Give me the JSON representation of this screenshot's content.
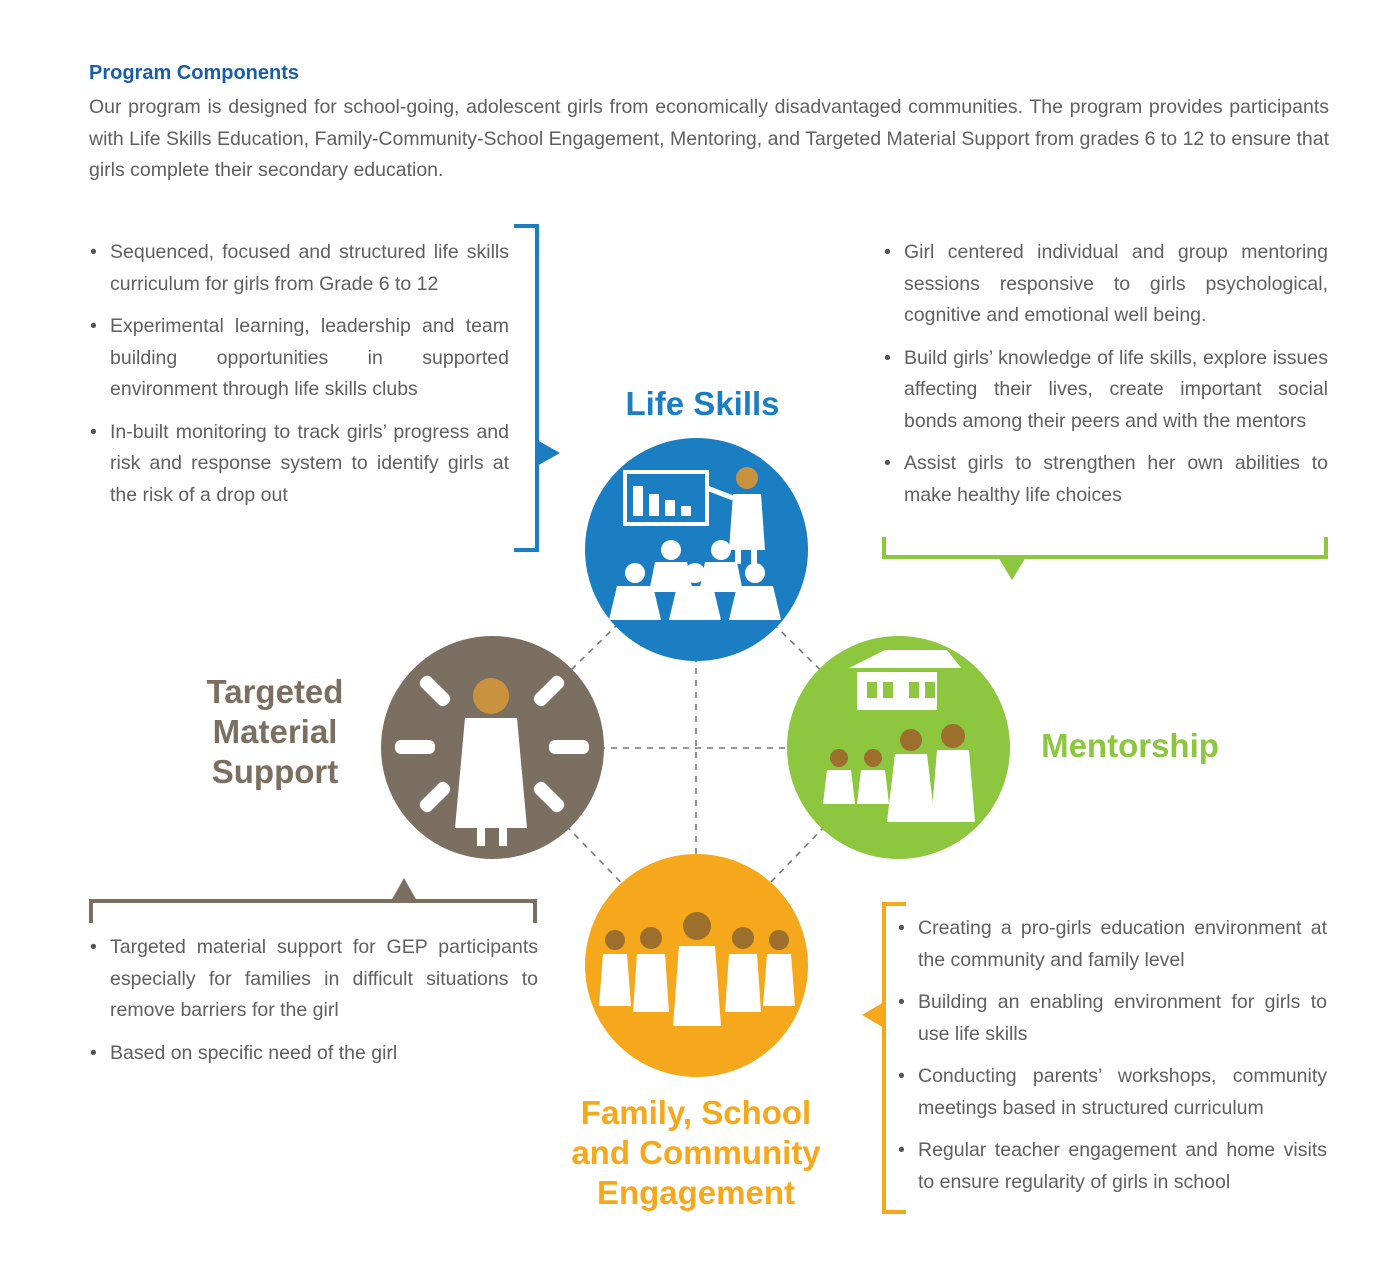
{
  "header": {
    "title": "Program Components",
    "intro": "Our program is designed for school-going, adolescent girls from economically disadvantaged communities. The program provides participants with Life Skills Education, Family-Community-School Engagement, Mentoring, and Targeted Material Support from grades 6 to 12 to ensure that girls complete their secondary education."
  },
  "colors": {
    "life_skills": "#1b7ec2",
    "mentorship": "#8dc63f",
    "family": "#f5a81c",
    "material": "#7b6f62",
    "title_blue": "#1b5ea8"
  },
  "components": {
    "life_skills": {
      "label": "Life Skills",
      "icon": "classroom-icon",
      "points": [
        "Sequenced, focused and structured life skills curriculum for girls from Grade 6 to 12",
        "Experimental learning, leadership and team building opportunities in supported environment through life skills clubs",
        "In-built monitoring to track girls’ progress and risk and response system to identify girls at the risk of a drop out"
      ]
    },
    "mentorship": {
      "label": "Mentorship",
      "icon": "school-mentors-icon",
      "points": [
        "Girl centered individual and group mentoring sessions responsive to girls psychological, cognitive and emotional well being.",
        "Build girls’ knowledge of life skills, explore issues affecting their lives, create important social bonds among their peers and with the mentors",
        "Assist girls to strengthen her own abilities to make healthy life choices"
      ]
    },
    "family": {
      "label_lines": [
        "Family, School",
        "and Community",
        "Engagement"
      ],
      "icon": "girls-group-icon",
      "points": [
        "Creating a pro-girls education environment at the community and family level",
        "Building an enabling environment for girls to use life skills",
        "Conducting parents’ workshops, community meetings based in structured curriculum",
        "Regular teacher engagement and home visits to ensure regularity of girls in school"
      ]
    },
    "material": {
      "label_lines": [
        "Targeted",
        "Material",
        "Support"
      ],
      "icon": "material-support-icon",
      "points": [
        "Targeted material support for GEP participants especially for families in difficult situations to remove barriers for the girl",
        "Based on specific need of the girl"
      ]
    }
  }
}
